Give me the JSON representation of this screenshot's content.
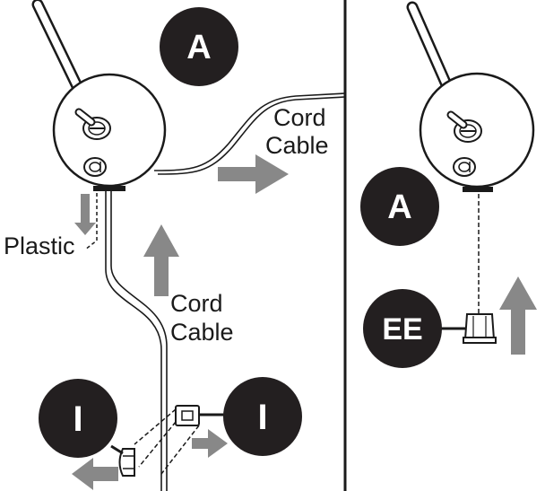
{
  "colors": {
    "ink": "#1a1a1a",
    "badge": "#231f20",
    "arrow": "#888888",
    "background": "#ffffff"
  },
  "left_panel": {
    "badge_top": "A",
    "label_plastic": "Plastic",
    "label_cord_right_1": "Cord",
    "label_cord_right_2": "Cable",
    "label_cord_center_1": "Cord",
    "label_cord_center_2": "Cable",
    "badge_left": "I",
    "badge_right": "I"
  },
  "right_panel": {
    "badge_a": "A",
    "badge_ee": "EE"
  },
  "icons": [
    "lamp-arm",
    "canopy-disc",
    "screw",
    "knob",
    "arrow",
    "cord-clip",
    "cap"
  ]
}
